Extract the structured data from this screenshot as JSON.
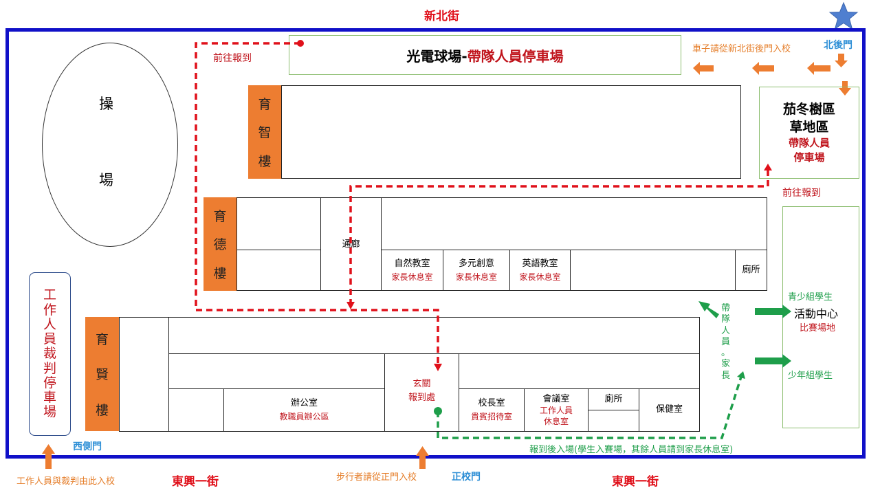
{
  "streets": {
    "north": "新北街",
    "south_left": "東興一街",
    "south_right": "東興一街"
  },
  "gates": {
    "north": "北後門",
    "west": "西側門",
    "main": "正校門"
  },
  "field": {
    "char1": "操",
    "char2": "場"
  },
  "parking_top": {
    "black": "光電球場-",
    "red": "帶隊人員停車場"
  },
  "north_note": "車子請從新北街後門入校",
  "report_left": "前往報到",
  "report_right": "前往報到",
  "garden": {
    "line1": "茄冬樹區",
    "line2": "草地區",
    "line3": "帶隊人員",
    "line4": "停車場"
  },
  "buildings": {
    "yuzhi": [
      "育",
      "智",
      "樓"
    ],
    "yude": [
      "育",
      "德",
      "樓"
    ],
    "yuxian": [
      "育",
      "賢",
      "樓"
    ]
  },
  "yude_cells": {
    "corridor": "通廊",
    "science": {
      "name": "自然教室",
      "sub": "家長休息室"
    },
    "creative": {
      "name": "多元創意",
      "sub": "家長休息室"
    },
    "english": {
      "name": "英語教室",
      "sub": "家長休息室"
    },
    "toilet": "廁所"
  },
  "yuxian_cells": {
    "office": {
      "name": "辦公室",
      "sub": "教職員辦公區"
    },
    "lobby": {
      "name1": "玄關",
      "name2": "報到處"
    },
    "principal": {
      "name": "校長室",
      "sub": "貴賓招待室"
    },
    "meeting": {
      "name": "會議室",
      "sub1": "工作人員",
      "sub2": "休息室"
    },
    "toilet": "廁所",
    "health": "保健室"
  },
  "staff_parking": [
    "工",
    "作",
    "人",
    "員",
    "裁",
    "判",
    "停",
    "車",
    "場"
  ],
  "activity_center": {
    "youth": "青少組學生",
    "name": "活動中心",
    "sub": "比賽場地",
    "junior": "少年組學生"
  },
  "leaders_vertical": [
    "帶",
    "隊",
    "人",
    "員",
    "。",
    "家",
    "長"
  ],
  "after_report": "報到後入場(學生入賽場，其餘人員請到家長休息室)",
  "staff_entry": "工作人員與裁判由此入校",
  "walker_entry": "步行者請從正門入校",
  "colors": {
    "border_blue": "#1010c8",
    "route_red": "#e0101a",
    "route_green": "#1e9e4a",
    "arrow_orange": "#ed7d31",
    "gate_blue": "#2e8fd6",
    "star": "#4f7fd0"
  }
}
